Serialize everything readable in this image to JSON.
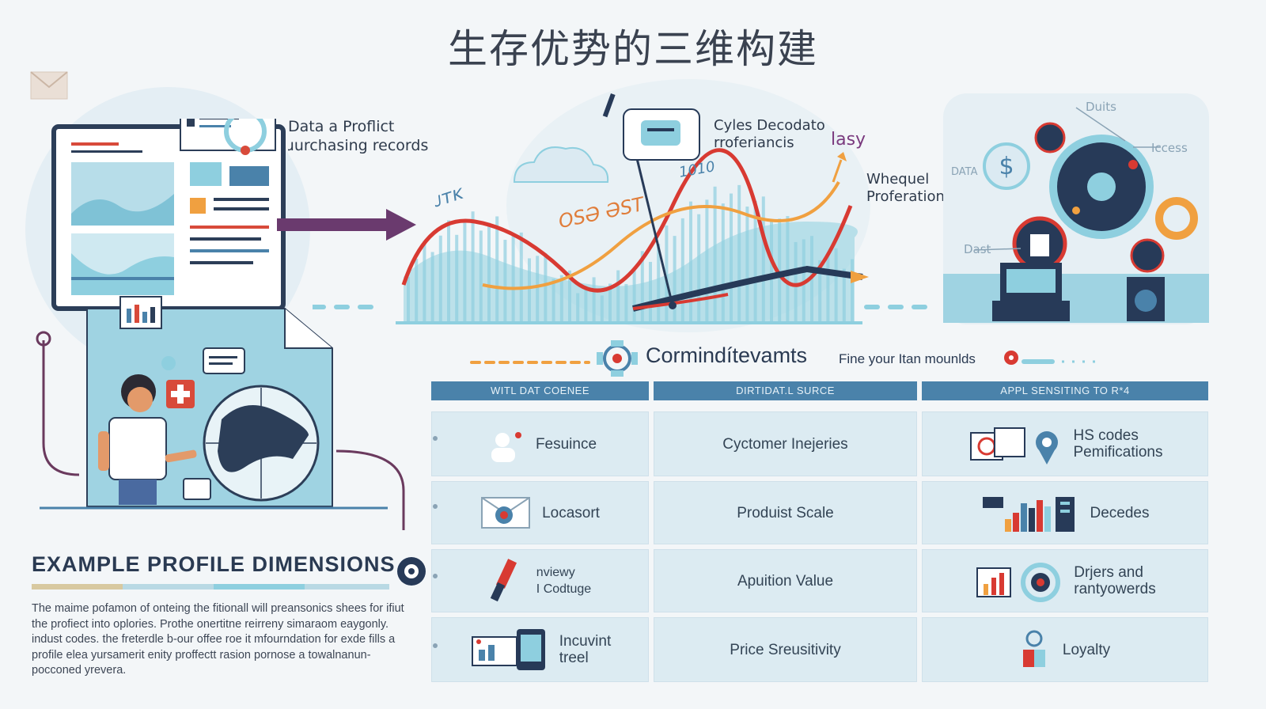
{
  "title": "生存优势的三维构建",
  "left_panel": {
    "label_line1": "Data a Proflict",
    "label_line2": "ɹurchasing records"
  },
  "chart_panel": {
    "label1_line1": "Cyles Decodato",
    "label1_line2": "rroferiancis",
    "label_lasy": "lasy",
    "label2_line1": "Whequel",
    "label2_line2": "Proferations",
    "handwriting_1": "ᴊᴛᴋ",
    "handwriting_2": "ΟSӘ ӘSΤ",
    "handwriting_3": "1010"
  },
  "right_panel": {
    "duits": "Duits",
    "iccess": "Iccess",
    "data": "DATA",
    "dast": "Dast"
  },
  "section": {
    "title": "Cormindítevamts",
    "subtitle": "Fine your Itan mounlds"
  },
  "table": {
    "headers": [
      "WITL DAT COENEE",
      "DIRTIDAT.L SURCE",
      "APPL SENSITING TO R*4"
    ],
    "rows": [
      [
        "Fesuince",
        "Cyctomer Inejeries",
        "HS codes\nPemifications"
      ],
      [
        "Locasort",
        "Produist Scale",
        "Decedes"
      ],
      [
        "nviewy\nI Codtuge",
        "Apuition Value",
        "Drjers and\nrantyowerds"
      ],
      [
        "Incuvint\ntreel",
        "Price Sreusitivity",
        "Loyalty"
      ]
    ]
  },
  "profile": {
    "title": "Example profile dimensions",
    "description": "The maime pofamon of onteing the fitionall will preansonics shees for ifiut the profiect into oplories. Prothe onertitne reirreny simaraom eaygonly. indust codes. the freterdle b-our offee roe it mfourndation for exde fills a profile elea yursamerit enity proffectt rasion pornose a towalnanun-pocconed yrevera."
  },
  "colors": {
    "accent_blue": "#4a82aa",
    "light_blue": "#8ecfdf",
    "red": "#d83a32",
    "orange": "#f0a040",
    "navy": "#273a58",
    "purple_arrow": "#6a3a6e"
  }
}
